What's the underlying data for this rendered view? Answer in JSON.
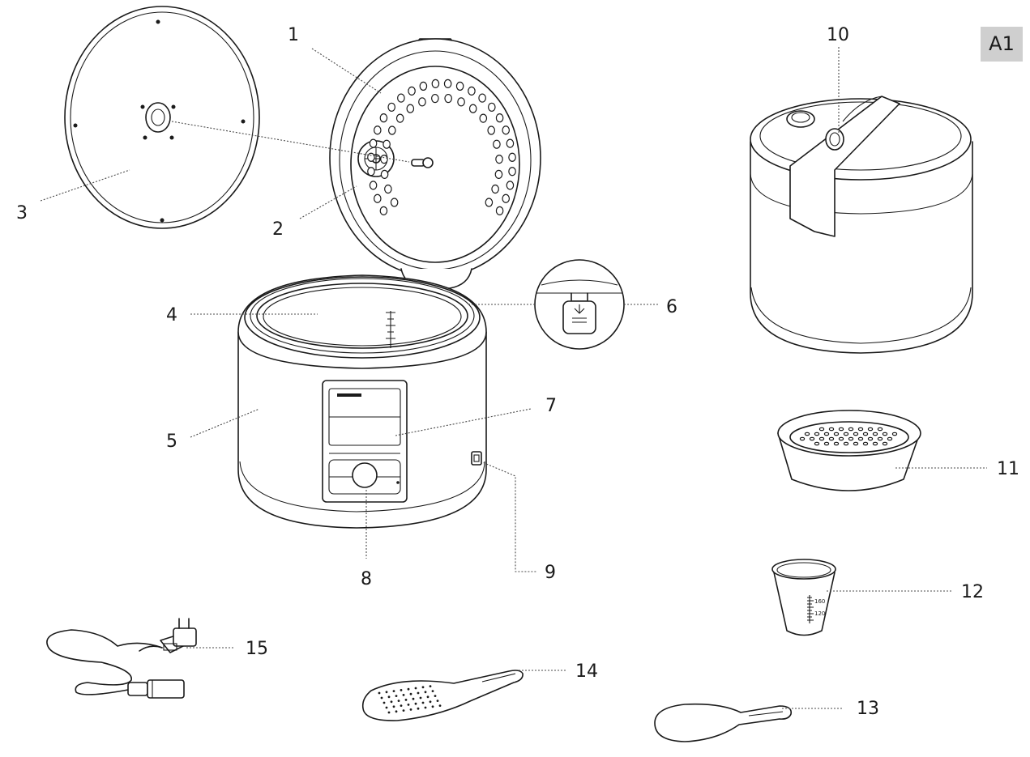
{
  "figure_label": "A1",
  "callouts": {
    "c1": "1",
    "c2": "2",
    "c3": "3",
    "c4": "4",
    "c5": "5",
    "c6": "6",
    "c7": "7",
    "c8": "8",
    "c9": "9",
    "c10": "10",
    "c11": "11",
    "c12": "12",
    "c13": "13",
    "c14": "14",
    "c15": "15"
  },
  "measuring_cup": {
    "mark_upper": "160",
    "mark_lower": "120"
  }
}
